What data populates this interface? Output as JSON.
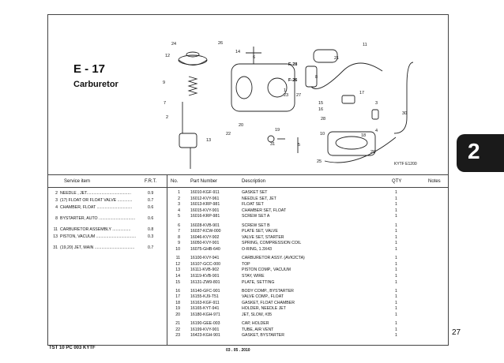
{
  "section": {
    "code": "E - 17",
    "name": "Carburetor"
  },
  "figure_code": "KYTF E1200",
  "page_number": "27",
  "chapter_tab": "2",
  "footer": {
    "left": "TST 10 PC 003 KYTF",
    "center": "03 . 05 . 2010"
  },
  "callouts": [
    "24",
    "26",
    "12",
    "14",
    "6",
    "F-28",
    "F-26",
    "9",
    "8",
    "7",
    "2",
    "22",
    "20",
    "19",
    "31",
    "13",
    "1",
    "23",
    "27",
    "15",
    "28",
    "16",
    "5",
    "10",
    "18",
    "4",
    "29",
    "25",
    "11",
    "21",
    "17",
    "3",
    "30"
  ],
  "service": {
    "headers": {
      "item": "Service item",
      "frt": "F.R.T."
    },
    "rows": [
      {
        "no": "2",
        "item": "NEEDLE , JET.......................................",
        "frt": "0.9"
      },
      {
        "no": "3",
        "item": "(17) FLOAT OR FLOAT VALVE .............",
        "frt": "0.7"
      },
      {
        "no": "4",
        "item": "CHAMBER, FLOAT ...............................",
        "frt": "0.6"
      },
      {
        "no": "8",
        "item": "BYSTARTER, AUTO ................................",
        "frt": "0.6"
      },
      {
        "no": "11",
        "item": "CARBURETOR ASSEMBLY ................",
        "frt": "0.8"
      },
      {
        "no": "13",
        "item": "PISTON, VACUUM ...................................",
        "frt": "0.3"
      },
      {
        "no": "31",
        "item": "(19,20) JET, MAIN ...................................",
        "frt": "0.7"
      }
    ]
  },
  "parts": {
    "headers": {
      "no": "No.",
      "part_number": "Part Number",
      "description": "Description",
      "qty": "QTY",
      "notes": "Notes"
    },
    "rows": [
      {
        "no": "1",
        "pn": "16010-KGF-911",
        "desc": "GASKET SET",
        "qty": "1"
      },
      {
        "no": "2",
        "pn": "16012-KVY-961",
        "desc": "NEEDLE SET, JET",
        "qty": "1"
      },
      {
        "no": "3",
        "pn": "16013-KRP-981",
        "desc": "FLOAT SET",
        "qty": "1"
      },
      {
        "no": "4",
        "pn": "16015-KVY-901",
        "desc": "CHAMBER SET, FLOAT",
        "qty": "1"
      },
      {
        "no": "5",
        "pn": "16016-KRP-981",
        "desc": "SCREW SET A",
        "qty": "1"
      },
      {
        "no": "6",
        "pn": "16028-KVB-901",
        "desc": "SCREW SET B",
        "qty": "1"
      },
      {
        "no": "7",
        "pn": "16037-KCW-000",
        "desc": "PLATE SET, VALVE",
        "qty": "1"
      },
      {
        "no": "8",
        "pn": "16046-KVY-902",
        "desc": "VALVE SET, STARTER",
        "qty": "1"
      },
      {
        "no": "9",
        "pn": "16050-KVY-901",
        "desc": "SPRING, COMPRESSION COIL",
        "qty": "1"
      },
      {
        "no": "10",
        "pn": "16075-GHB-640",
        "desc": "O-RING, 1.3X43",
        "qty": "1"
      },
      {
        "no": "11",
        "pn": "16100-KVY-941",
        "desc": "CARBURETOR ASSY. (AVK2CTA)",
        "qty": "1"
      },
      {
        "no": "12",
        "pn": "16107-GCC-000",
        "desc": "TOP",
        "qty": "1"
      },
      {
        "no": "13",
        "pn": "16111-KVB-902",
        "desc": "PISTON COMP., VACUUM",
        "qty": "1"
      },
      {
        "no": "14",
        "pn": "16119-KVB-901",
        "desc": "STAY, WIRE",
        "qty": "1"
      },
      {
        "no": "15",
        "pn": "16131-ZW9-801",
        "desc": "PLATE, SETTING",
        "qty": "1"
      },
      {
        "no": "16",
        "pn": "16140-GFC-901",
        "desc": "BODY COMP., BYSTARTER",
        "qty": "1"
      },
      {
        "no": "17",
        "pn": "16155-KJ9-T51",
        "desc": "VALVE COMP., FLOAT",
        "qty": "1"
      },
      {
        "no": "18",
        "pn": "16163-KGF-911",
        "desc": "GASKET, FLOAT CHAMBER",
        "qty": "1"
      },
      {
        "no": "19",
        "pn": "16165-KYT-941",
        "desc": "HOLDER, NEEDLE JET",
        "qty": "1"
      },
      {
        "no": "20",
        "pn": "16180-KGH-971",
        "desc": "JET, SLOW, #35",
        "qty": "1"
      },
      {
        "no": "21",
        "pn": "16190-GEE-003",
        "desc": "CAP, HOLDER",
        "qty": "1"
      },
      {
        "no": "22",
        "pn": "16199-KVY-901",
        "desc": "TUBE, AIR VENT",
        "qty": "1"
      },
      {
        "no": "23",
        "pn": "16423-KGH-901",
        "desc": "GASKET, BYSTARTER",
        "qty": "1"
      }
    ]
  }
}
